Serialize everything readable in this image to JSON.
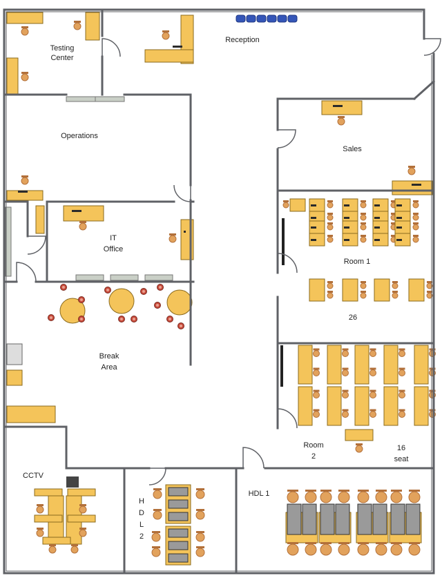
{
  "labels": {
    "testing_center": [
      "Testing",
      "Center"
    ],
    "reception": "Reception",
    "operations": "Operations",
    "sales": "Sales",
    "it_office": [
      "IT",
      "Office"
    ],
    "room1": "Room 1",
    "room1_seats": "26",
    "break_area": [
      "Break",
      "Area"
    ],
    "room2": [
      "Room",
      "2"
    ],
    "room2_seats": [
      "16",
      "seat"
    ],
    "cctv": "CCTV",
    "hdl2": [
      "H",
      "D",
      "L",
      "2"
    ],
    "hdl1": "HDL 1"
  },
  "colors": {
    "wall": "#5f6166",
    "desk": "#f4c45a",
    "desk_edge": "#8a6a1e",
    "chair": "#e2a25c",
    "chair_dark": "#b2703a",
    "table": "#f4c45a",
    "stool": "#c84a3a",
    "monitor": "#2b2b2b",
    "window": "#c9cfc6",
    "reception_chair": "#3556b8",
    "workstation": "#9a9a9a"
  },
  "icons": [
    "door-swing-icon",
    "desk-icon",
    "chair-icon",
    "round-table-icon",
    "monitor-icon"
  ]
}
